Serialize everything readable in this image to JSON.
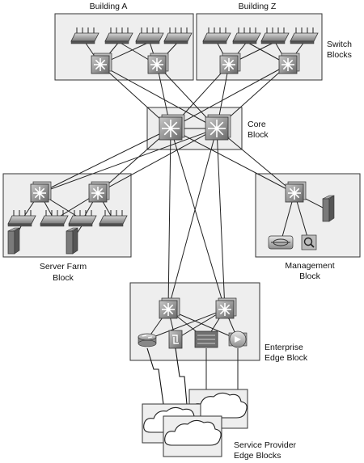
{
  "labels": {
    "building_a": "Building A",
    "building_z": "Building Z",
    "switch_blocks_1": "Switch",
    "switch_blocks_2": "Blocks",
    "core_1": "Core",
    "core_2": "Block",
    "server_farm_1": "Server Farm",
    "server_farm_2": "Block",
    "management_1": "Management",
    "management_2": "Block",
    "enterprise_edge_1": "Enterprise",
    "enterprise_edge_2": "Edge Block",
    "service_provider_1": "Service Provider",
    "service_provider_2": "Edge Blocks"
  },
  "icons": {
    "access_switch": "access-switch-icon",
    "multilayer_switch": "multilayer-switch-icon",
    "server": "server-icon",
    "router": "router-icon",
    "firewall": "firewall-icon",
    "vpn_concentrator": "vpn-concentrator-icon",
    "web_server": "web-server-icon",
    "cloud": "cloud-icon"
  },
  "colors": {
    "block_fill": "#eeeeee",
    "device_fill": "#9a9a9a",
    "line": "#222222"
  }
}
